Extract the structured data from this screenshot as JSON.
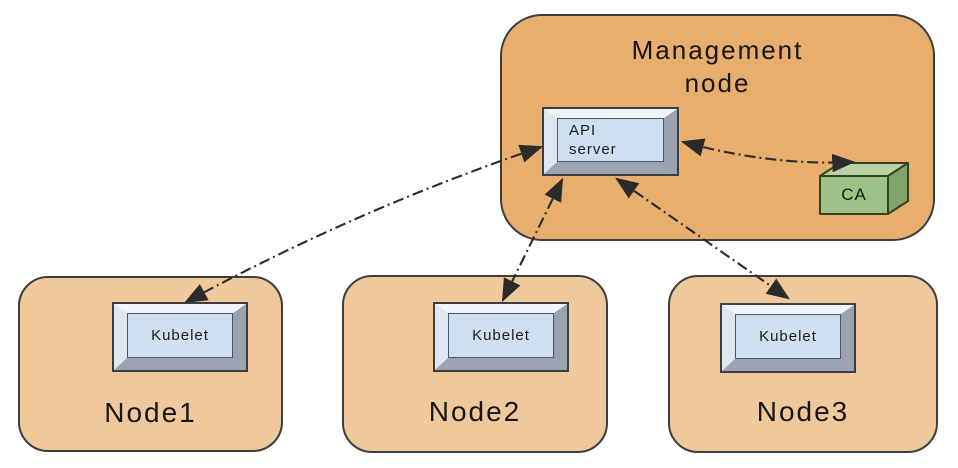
{
  "diagram": {
    "management_node": {
      "label": "Management node",
      "api_server_label": "API server",
      "ca_label": "CA"
    },
    "worker_nodes": [
      {
        "label": "Node1",
        "component_label": "Kubelet"
      },
      {
        "label": "Node2",
        "component_label": "Kubelet"
      },
      {
        "label": "Node3",
        "component_label": "Kubelet"
      }
    ],
    "connections": [
      {
        "from": "API server",
        "to": "Kubelet (Node1)",
        "style": "dash-dot",
        "bidirectional": true
      },
      {
        "from": "API server",
        "to": "Kubelet (Node2)",
        "style": "dash-dot",
        "bidirectional": true
      },
      {
        "from": "API server",
        "to": "Kubelet (Node3)",
        "style": "dash-dot",
        "bidirectional": true
      },
      {
        "from": "API server",
        "to": "CA",
        "style": "dash-dot",
        "bidirectional": true
      }
    ],
    "colors": {
      "background": "#ffffff",
      "management_fill": "#e7ae6e",
      "management_border": "#3d3d3d",
      "node_fill": "#efc99c",
      "node_border": "#3d3d3d",
      "box_face": "#cfdff2",
      "box_bevel_light": "#eff4fa",
      "box_bevel_dark": "#98a2b0",
      "box_border": "#3e3e3e",
      "ca_front": "#9cc287",
      "ca_top": "#b7d2a6",
      "ca_side": "#80a369",
      "ca_border": "#33421f",
      "arrow": "#2b2b2b",
      "text": "#161616"
    }
  }
}
